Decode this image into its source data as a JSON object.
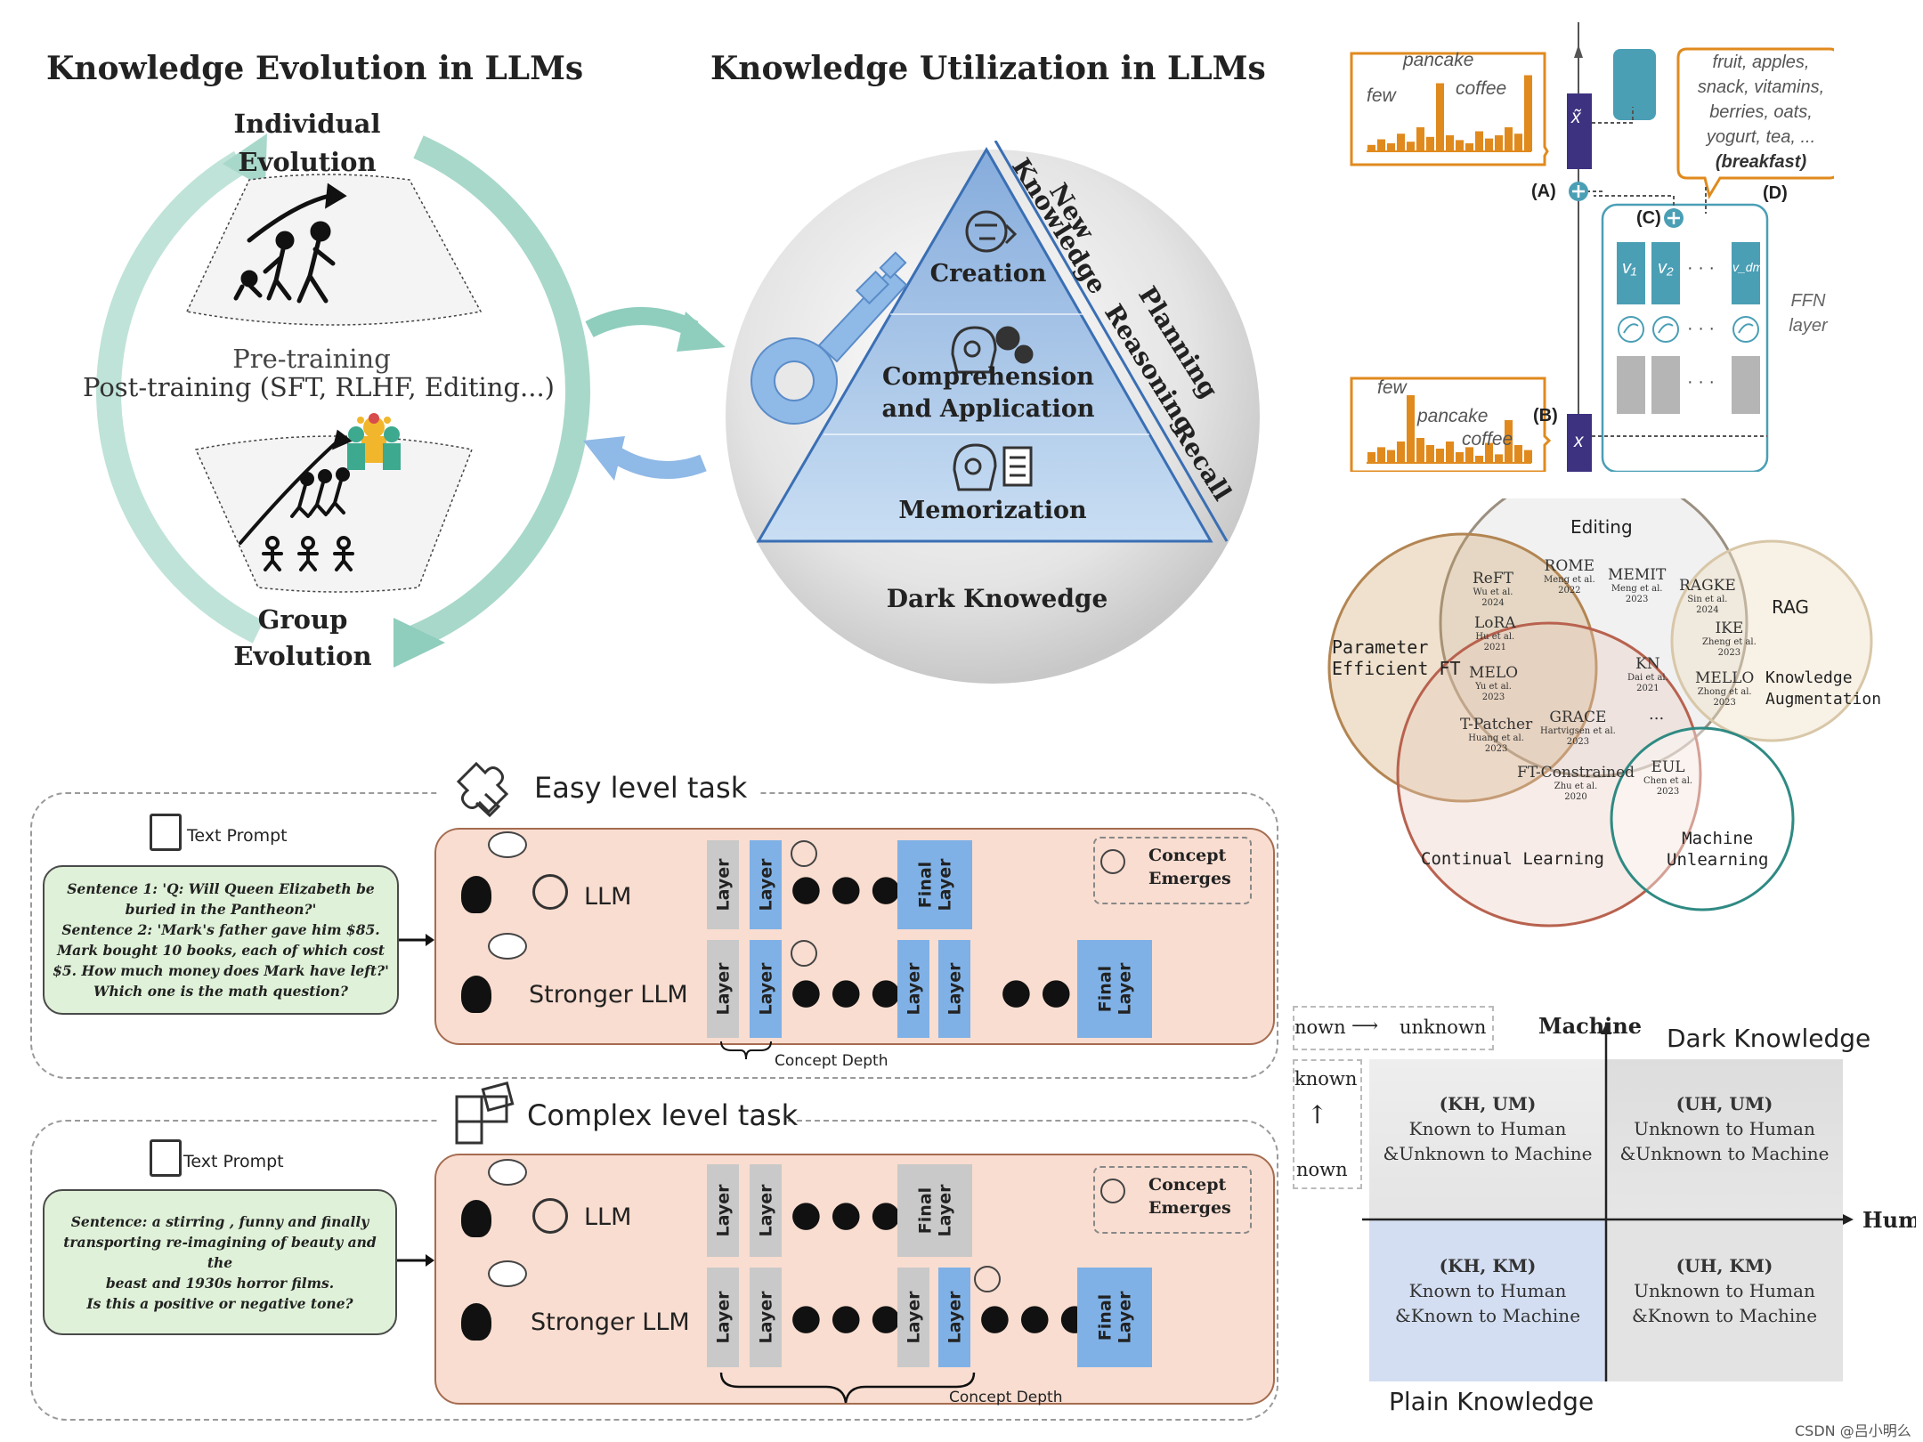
{
  "evolution": {
    "title": "Knowledge Evolution in LLMs",
    "individual": [
      "Individual",
      "Evolution"
    ],
    "group": [
      "Group",
      "Evolution"
    ],
    "pretraining": "Pre-training",
    "posttraining": "Post-training (SFT, RLHF, Editing...)"
  },
  "utilization": {
    "title": "Knowledge Utilization in LLMs",
    "creation": "Creation",
    "comprehension": [
      "Comprehension",
      "and Application"
    ],
    "memorization": "Memorization",
    "dark": "Dark Knowedge",
    "new_knowledge": [
      "New",
      "Knowledge"
    ],
    "planning_reasoning_recall": [
      "Planning",
      "Reasoning",
      "Recall"
    ]
  },
  "ffn": {
    "top_bar_labels": [
      "pancake",
      "few",
      "coffee"
    ],
    "bottom_bar_labels": [
      "few",
      "pancake",
      "coffee"
    ],
    "top_values": [
      0.08,
      0.15,
      0.1,
      0.22,
      0.12,
      0.3,
      0.18,
      0.85,
      0.2,
      0.14,
      0.1,
      0.25,
      0.16,
      0.2,
      0.3,
      0.22,
      0.95
    ],
    "bottom_values": [
      0.15,
      0.22,
      0.18,
      0.3,
      0.95,
      0.35,
      0.25,
      0.2,
      0.3,
      0.15,
      0.22,
      0.1,
      0.28,
      0.12,
      0.6,
      0.25,
      0.18
    ],
    "words": [
      "fruit, apples,",
      "snack, vitamins,",
      "berries, oats,",
      "yogurt, tea, ..."
    ],
    "breakfast": "(breakfast)",
    "label_a": "(A)",
    "label_b": "(B)",
    "label_c": "(C)",
    "label_d": "(D)",
    "x_tilde": "x̃",
    "x": "x",
    "v_labels": [
      "v₁",
      "v₂",
      "v_dm"
    ],
    "ellipsis": "· · ·",
    "ffn_label": [
      "FFN",
      "layer"
    ]
  },
  "venn": {
    "editing": "Editing",
    "peft": [
      "Parameter",
      "Efficient FT"
    ],
    "rag": "RAG",
    "augmentation": [
      "Knowledge",
      "Augmentation"
    ],
    "continual": "Continual Learning",
    "unlearning": [
      "Machine",
      "Unlearning"
    ],
    "methods": [
      {
        "name": "ReFT",
        "cite": [
          "Wu et al.",
          "2024"
        ]
      },
      {
        "name": "ROME",
        "cite": [
          "Meng et al.",
          "2022"
        ]
      },
      {
        "name": "MEMIT",
        "cite": [
          "Meng et al.",
          "2023"
        ]
      },
      {
        "name": "RAGKE",
        "cite": [
          "Sin et al.",
          "2024"
        ]
      },
      {
        "name": "LoRA",
        "cite": [
          "Hu et al.",
          "2021"
        ]
      },
      {
        "name": "IKE",
        "cite": [
          "Zheng et al.",
          "2023"
        ]
      },
      {
        "name": "KN",
        "cite": [
          "Dai et al.",
          "2021"
        ]
      },
      {
        "name": "MELO",
        "cite": [
          "Yu et al.",
          "2023"
        ]
      },
      {
        "name": "MELLO",
        "cite": [
          "Zhong et al.",
          "2023"
        ]
      },
      {
        "name": "T-Patcher",
        "cite": [
          "Huang et al.",
          "2023"
        ]
      },
      {
        "name": "GRACE",
        "cite": [
          "Hartvigsen et al.",
          "2023"
        ]
      },
      {
        "name": "FT-Constrained",
        "cite": [
          "Zhu et al.",
          "2020"
        ]
      },
      {
        "name": "EUL",
        "cite": [
          "Chen et al.",
          "2023"
        ]
      }
    ],
    "venn_dots": "..."
  },
  "tasks": {
    "easy_title": "Easy level task",
    "complex_title": "Complex level task",
    "text_prompt": "Text Prompt",
    "easy_prompt": [
      "Sentence 1: 'Q: Will Queen Elizabeth be",
      "buried in the Pantheon?'",
      "Sentence 2: 'Mark's father gave him $85.",
      "Mark bought 10 books, each of which cost",
      "$5. How much money does Mark have left?'",
      "Which one is the math question?"
    ],
    "complex_prompt": [
      "Sentence: a stirring , funny and finally",
      "transporting re-imagining of beauty and the",
      "beast and 1930s horror films.",
      "Is this a positive or negative tone?"
    ],
    "llm": "LLM",
    "stronger_llm": "Stronger LLM",
    "layer": "Layer",
    "final_layer": "Final\nLayer",
    "concept_emerges": [
      "Concept",
      "Emerges"
    ],
    "concept_depth": "Concept Depth"
  },
  "quadrant": {
    "machine": "Machine",
    "human": "Hum",
    "dark_knowledge": "Dark Knowledge",
    "plain_knowledge": "Plain Knowledge",
    "legend_top": [
      "nown",
      "unknown"
    ],
    "legend_side": [
      "known",
      "nown"
    ],
    "cells": [
      {
        "code": "(KH, UM)",
        "l1": "Known to Human",
        "l2": "&Unknown to Machine"
      },
      {
        "code": "(UH, UM)",
        "l1": "Unknown to Human",
        "l2": "&Unknown to Machine"
      },
      {
        "code": "(KH, KM)",
        "l1": "Known to Human",
        "l2": "&Known to Machine"
      },
      {
        "code": "(UH, KM)",
        "l1": "Unknown to Human",
        "l2": "&Known to Machine"
      }
    ]
  },
  "watermark": "CSDN @吕小明么",
  "colors": {
    "teal": "#8fcdbd",
    "triangle_top": "#8fb5e0",
    "triangle_bottom": "#c5dcf2",
    "prompt_bg": "#dff1d8",
    "task_bg": "#f9ddd0",
    "layer_blue": "#7fb1e6",
    "layer_gray": "#c9c9c9",
    "ffn_purple": "#3d3280",
    "ffn_teal": "#4a9fb5",
    "bar_orange": "#e08a1e",
    "quad_blue": "#d3def2"
  }
}
